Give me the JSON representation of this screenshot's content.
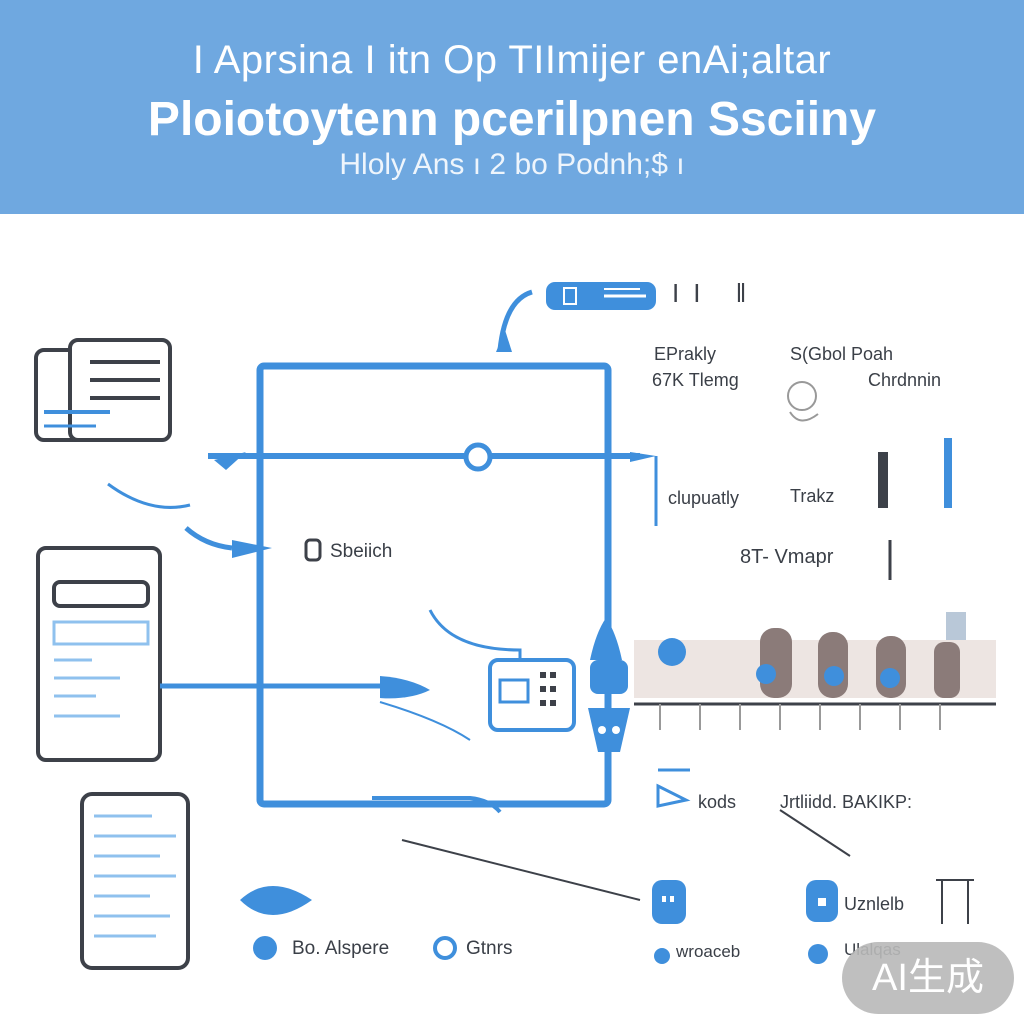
{
  "header": {
    "line1": "I Aprsina     I itn Op TIImijer enAi;altar",
    "line2": "Ploiotoytenn pcerilpnen Ssciiny",
    "line3": "Hloly Ans ı 2 bo Podnh;$ ı"
  },
  "labels": {
    "top_row": "II ǁ",
    "panel_left_1": "EPrakly",
    "panel_left_2": "67K Tlemg",
    "panel_right_1": "S(Gbol Poah",
    "panel_right_2": "Chrdnnin",
    "mid_left": "clupuatly",
    "mid_right": "Trakz",
    "center_node": "Sbeiich",
    "row_mid": "8T- Vmapr",
    "lower_left": "kods",
    "lower_right": "Jrtliidd. BAKIKP:",
    "bottom_left_1": "Bo. Alspere",
    "bottom_left_2": "Gtnrs",
    "bottom_right_1": "Uznlelb",
    "bottom_right_2": "Ulalqas",
    "bottom_mid": "wroaceb"
  },
  "badge": "AI生成",
  "colors": {
    "banner": "#6fa8e0",
    "accent": "#3f8fdc",
    "outline": "#3d4149",
    "light_accent": "#8fc1ee"
  }
}
